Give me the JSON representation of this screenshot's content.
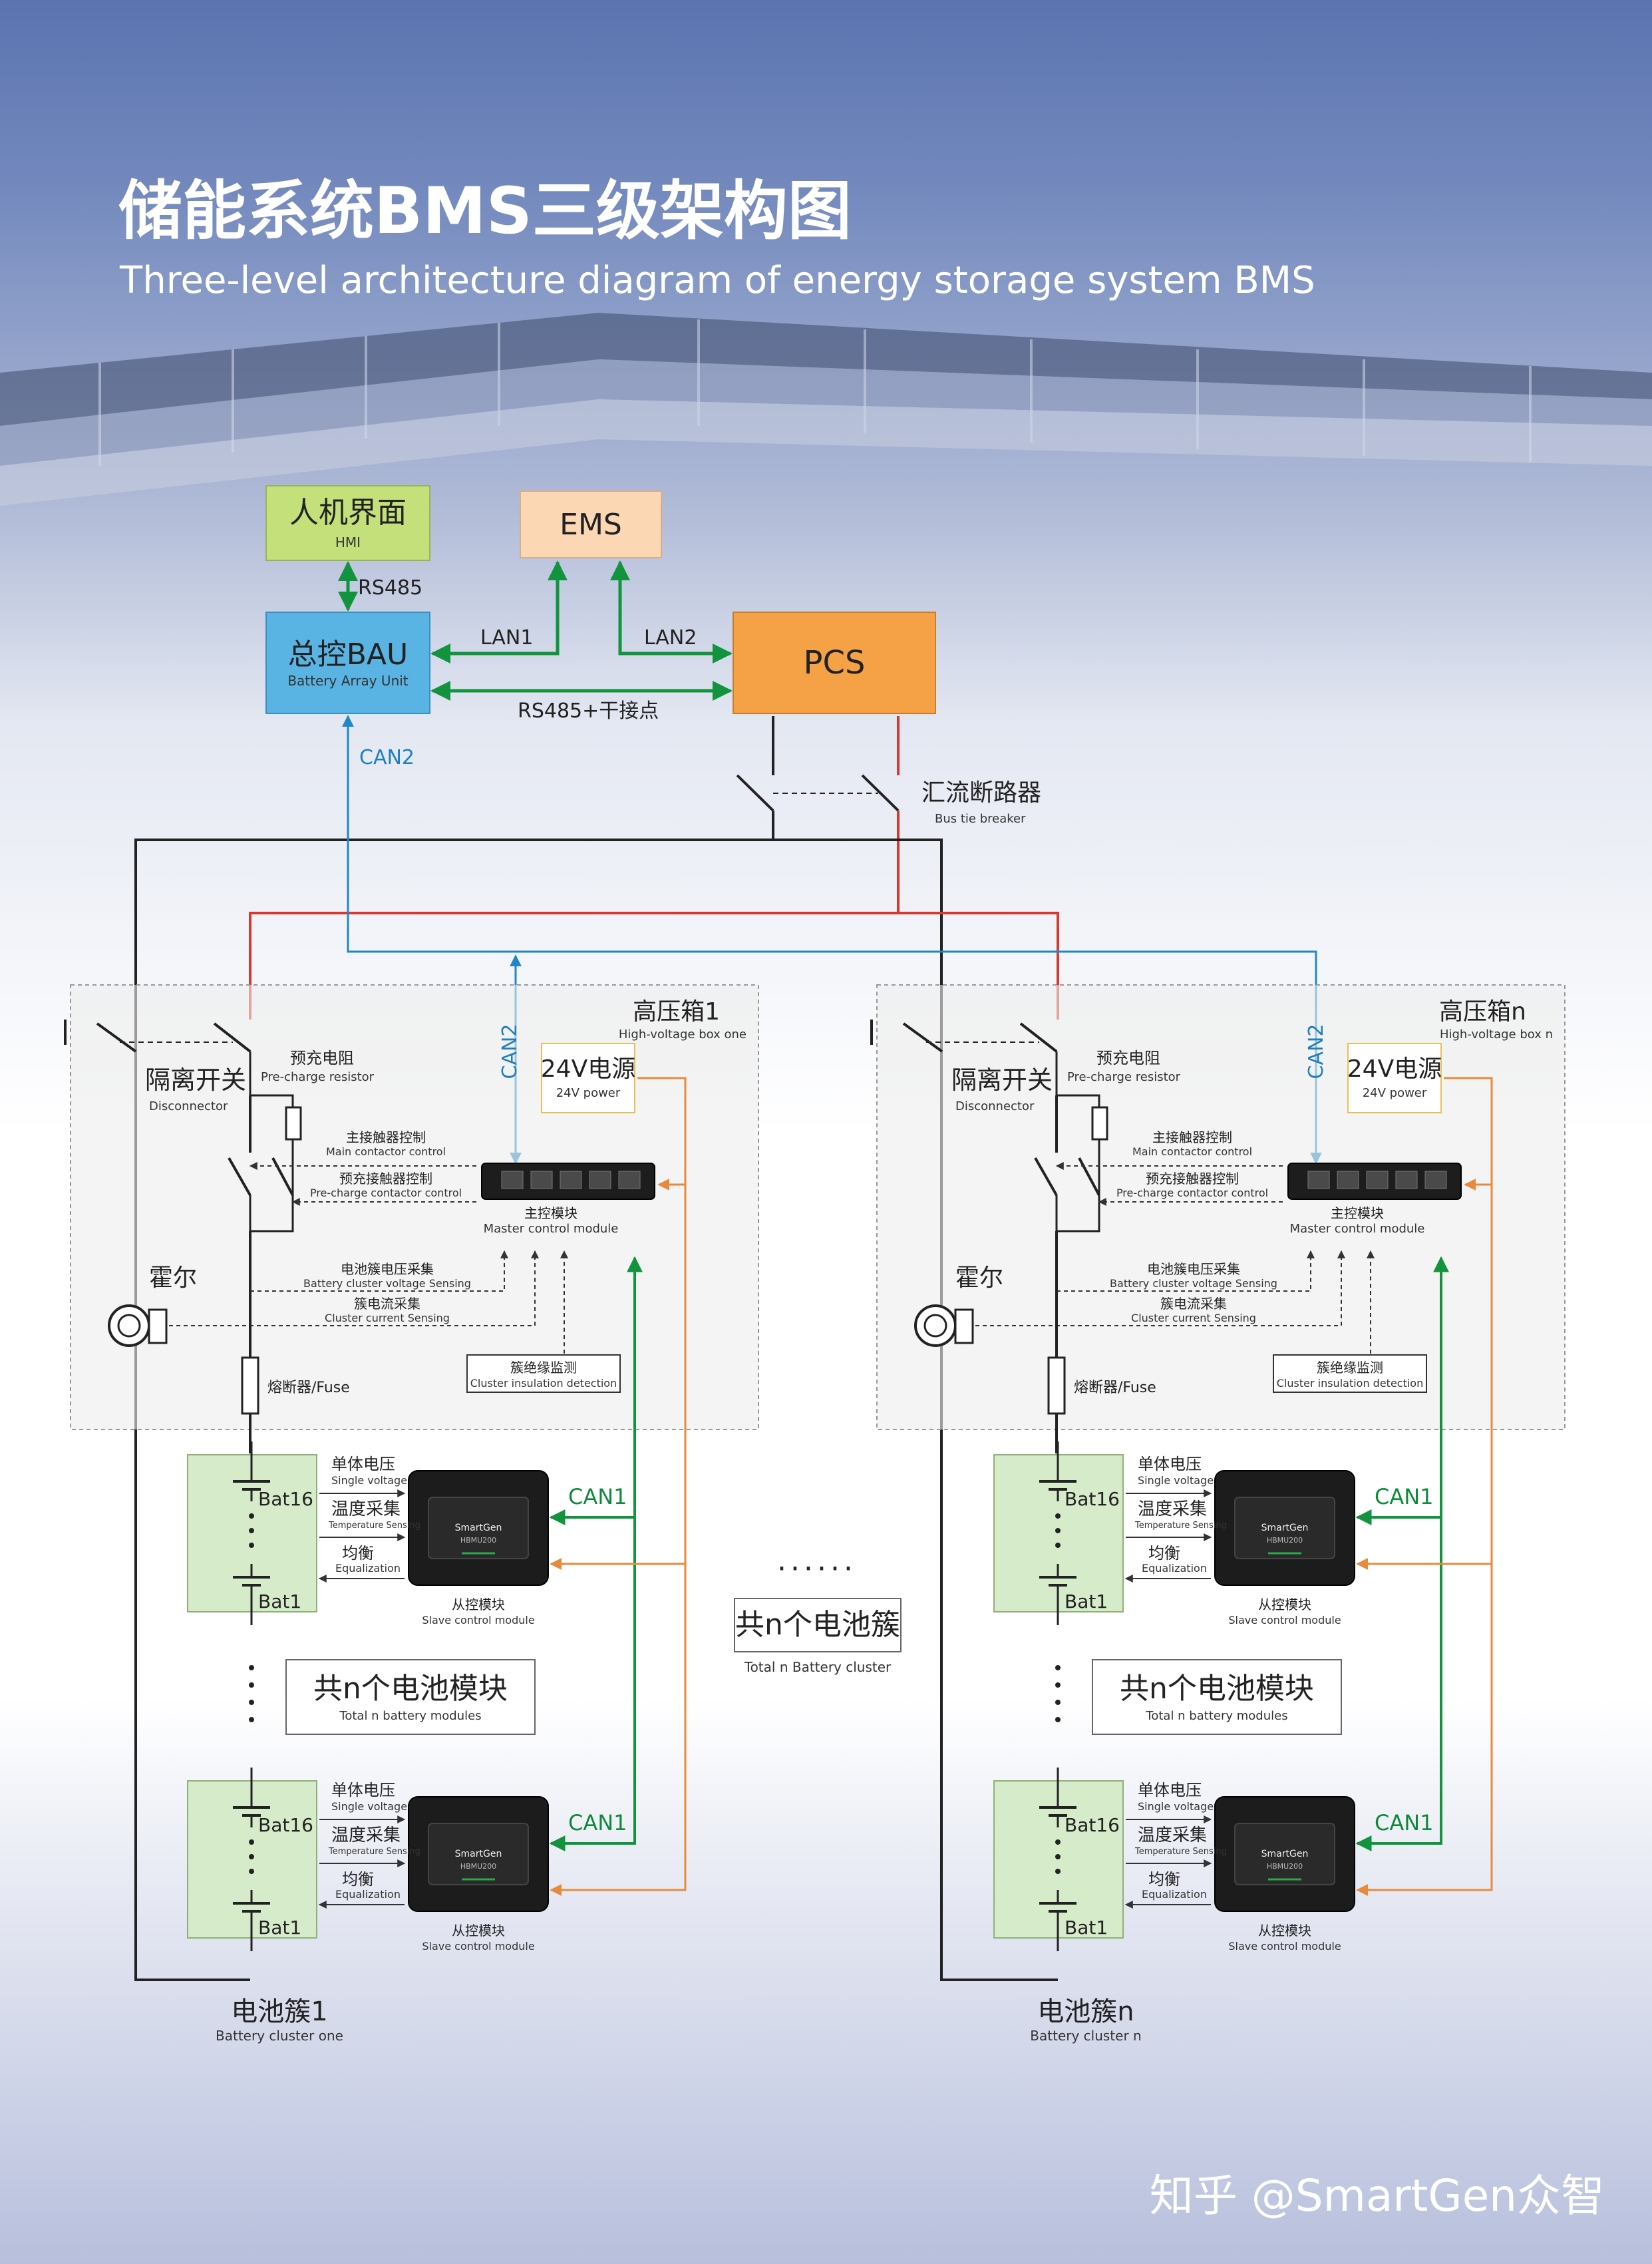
{
  "header": {
    "title_cn": "储能系统BMS三级架构图",
    "title_en": "Three-level architecture diagram of energy storage system BMS"
  },
  "top": {
    "hmi": {
      "cn": "人机界面",
      "en": "HMI"
    },
    "ems": {
      "label": "EMS"
    },
    "bau": {
      "cn": "总控BAU",
      "en": "Battery Array Unit"
    },
    "pcs": {
      "label": "PCS"
    },
    "rs485": "RS485",
    "lan1": "LAN1",
    "lan2": "LAN2",
    "rs485_dry": "RS485+干接点",
    "can2": "CAN2",
    "breaker": {
      "cn": "汇流断路器",
      "en": "Bus tie breaker"
    }
  },
  "clusters": [
    {
      "hv_box": {
        "cn": "高压箱1",
        "en": "High-voltage box one"
      },
      "can2": "CAN2",
      "power": {
        "cn": "24V电源",
        "en": "24V power"
      },
      "precharge_resistor": {
        "cn": "预充电阻",
        "en": "Pre-charge resistor"
      },
      "disconnector": {
        "cn": "隔离开关",
        "en": "Disconnector"
      },
      "main_contactor": {
        "cn": "主接触器控制",
        "en": "Main contactor control"
      },
      "precharge_contactor": {
        "cn": "预充接触器控制",
        "en": "Pre-charge contactor control"
      },
      "master": {
        "cn": "主控模块",
        "en": "Master control module"
      },
      "hall": "霍尔",
      "voltage_sense": {
        "cn": "电池簇电压采集",
        "en": "Battery cluster voltage Sensing"
      },
      "current_sense": {
        "cn": "簇电流采集",
        "en": "Cluster current Sensing"
      },
      "insulation": {
        "cn": "簇绝缘监测",
        "en": "Cluster insulation detection"
      },
      "fuse": "熔断器/Fuse",
      "modules": [
        {
          "bat_top": "Bat16",
          "bat_bottom": "Bat1",
          "cell_voltage": {
            "cn": "单体电压",
            "en": "Single voltage"
          },
          "temperature": {
            "cn": "温度采集",
            "en": "Temperature Sensing"
          },
          "equalization": {
            "cn": "均衡",
            "en": "Equalization"
          },
          "slave": {
            "cn": "从控模块",
            "en": "Slave control module"
          },
          "can1": "CAN1",
          "device_brand": "SmartGen",
          "device_model": "HBMU200"
        },
        {
          "bat_top": "Bat16",
          "bat_bottom": "Bat1",
          "cell_voltage": {
            "cn": "单体电压",
            "en": "Single voltage"
          },
          "temperature": {
            "cn": "温度采集",
            "en": "Temperature Sensing"
          },
          "equalization": {
            "cn": "均衡",
            "en": "Equalization"
          },
          "slave": {
            "cn": "从控模块",
            "en": "Slave control module"
          },
          "can1": "CAN1",
          "device_brand": "SmartGen",
          "device_model": "HBMU200"
        }
      ],
      "total_modules": {
        "cn": "共n个电池模块",
        "en": "Total n battery modules"
      },
      "cluster_label": {
        "cn": "电池簇1",
        "en": "Battery cluster one"
      }
    },
    {
      "hv_box": {
        "cn": "高压箱n",
        "en": "High-voltage box n"
      },
      "can2": "CAN2",
      "power": {
        "cn": "24V电源",
        "en": "24V power"
      },
      "precharge_resistor": {
        "cn": "预充电阻",
        "en": "Pre-charge resistor"
      },
      "disconnector": {
        "cn": "隔离开关",
        "en": "Disconnector"
      },
      "main_contactor": {
        "cn": "主接触器控制",
        "en": "Main contactor control"
      },
      "precharge_contactor": {
        "cn": "预充接触器控制",
        "en": "Pre-charge contactor control"
      },
      "master": {
        "cn": "主控模块",
        "en": "Master control module"
      },
      "hall": "霍尔",
      "voltage_sense": {
        "cn": "电池簇电压采集",
        "en": "Battery cluster voltage Sensing"
      },
      "current_sense": {
        "cn": "簇电流采集",
        "en": "Cluster current Sensing"
      },
      "insulation": {
        "cn": "簇绝缘监测",
        "en": "Cluster insulation detection"
      },
      "fuse": "熔断器/Fuse",
      "modules": [
        {
          "bat_top": "Bat16",
          "bat_bottom": "Bat1",
          "cell_voltage": {
            "cn": "单体电压",
            "en": "Single voltage"
          },
          "temperature": {
            "cn": "温度采集",
            "en": "Temperature Sensing"
          },
          "equalization": {
            "cn": "均衡",
            "en": "Equalization"
          },
          "slave": {
            "cn": "从控模块",
            "en": "Slave control module"
          },
          "can1": "CAN1",
          "device_brand": "SmartGen",
          "device_model": "HBMU200"
        },
        {
          "bat_top": "Bat16",
          "bat_bottom": "Bat1",
          "cell_voltage": {
            "cn": "单体电压",
            "en": "Single voltage"
          },
          "temperature": {
            "cn": "温度采集",
            "en": "Temperature Sensing"
          },
          "equalization": {
            "cn": "均衡",
            "en": "Equalization"
          },
          "slave": {
            "cn": "从控模块",
            "en": "Slave control module"
          },
          "can1": "CAN1",
          "device_brand": "SmartGen",
          "device_model": "HBMU200"
        }
      ],
      "total_modules": {
        "cn": "共n个电池模块",
        "en": "Total n battery modules"
      },
      "cluster_label": {
        "cn": "电池簇n",
        "en": "Battery cluster n"
      }
    }
  ],
  "middle": {
    "dots": "······",
    "total_clusters": {
      "cn": "共n个电池簇",
      "en": "Total n Battery cluster"
    }
  },
  "footer": {
    "watermark": "知乎 @SmartGen众智"
  },
  "colors": {
    "hmi_fill": "#c3e07a",
    "ems_fill": "#fcd7b4",
    "bau_fill": "#59b4e3",
    "pcs_fill": "#f5a246",
    "can1_green": "#12943f",
    "can2_blue": "#1f86c8",
    "power_orange": "#e88a3c",
    "dc_red": "#d8382d",
    "battery_fill": "#d6ebc9",
    "sky_top": "#5f79b4",
    "sky_bottom": "#eef1f8"
  }
}
